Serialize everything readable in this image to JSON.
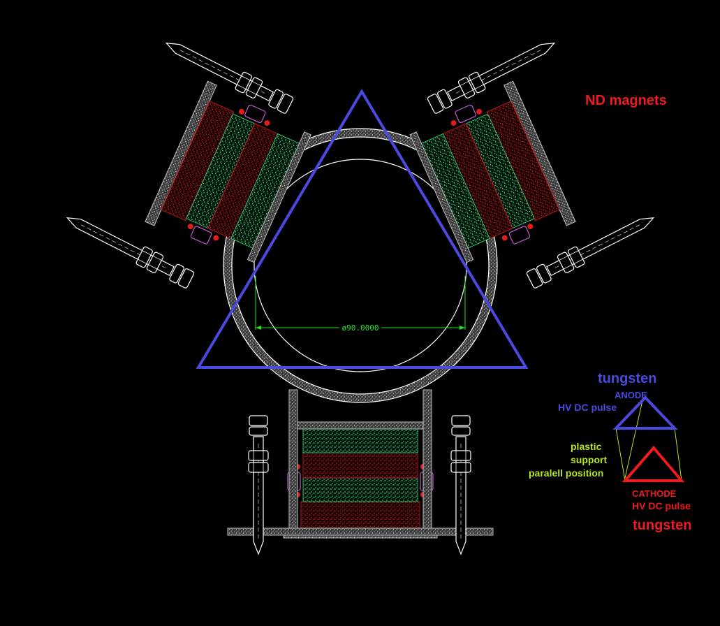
{
  "colors": {
    "background": "#000000",
    "outline": "#ffffff",
    "frame": "#8c8c8c",
    "magnet_red": "#e01b1b",
    "magnet_green": "#2fe37a",
    "anode_blue": "#4a4ae0",
    "cathode_red": "#ee1c1c",
    "support_green": "#b6e61c",
    "dimension_green": "#22e322",
    "nut_purple": "#c85ad8"
  },
  "labels": {
    "magnets": "ND magnets",
    "anode_material": "tungsten",
    "anode_title": "ANODE",
    "anode_pulse": "HV DC pulse",
    "support_line1": "plastic",
    "support_line2": "support",
    "support_line3": "paralell position",
    "cathode_title": "CATHODE",
    "cathode_pulse": "HV DC pulse",
    "cathode_material": "tungsten"
  },
  "dimension": {
    "text": "ø90.0000"
  },
  "icons": {
    "anode": "triangle-outline-icon",
    "cathode": "triangle-outline-icon"
  }
}
